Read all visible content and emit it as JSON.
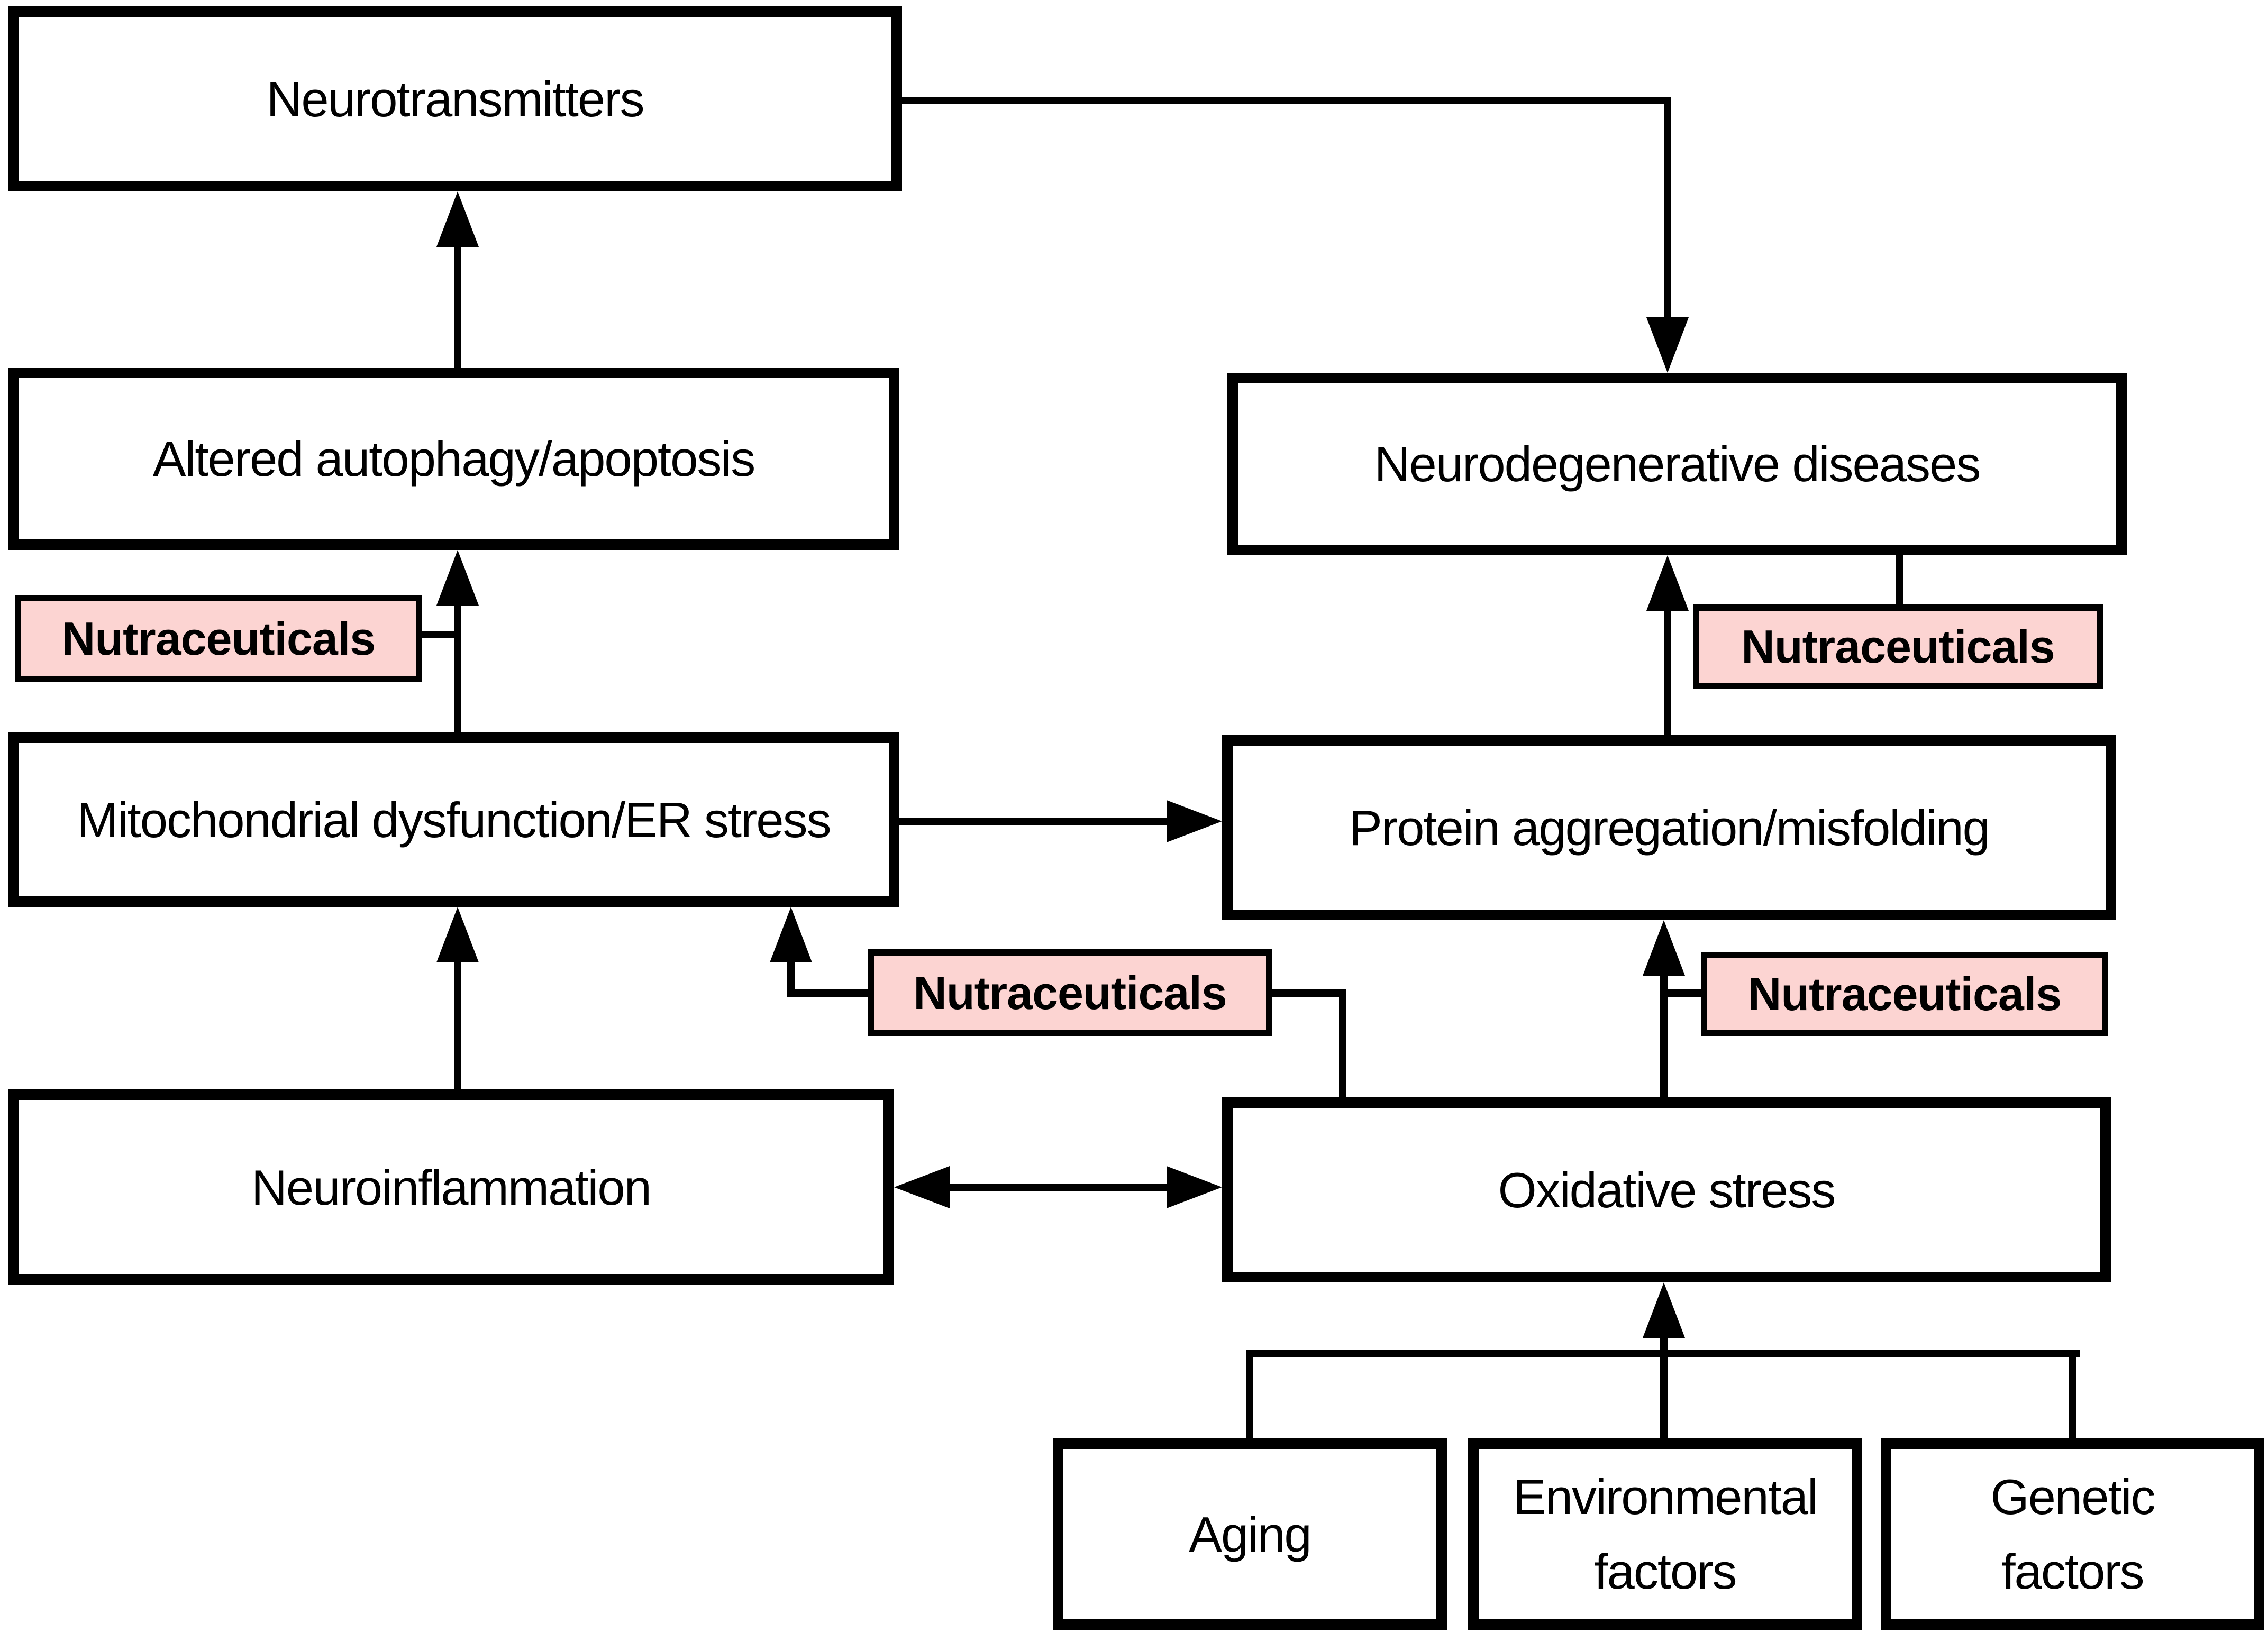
{
  "boxes": {
    "neurotransmitters": "Neurotransmitters",
    "altered_autophagy": "Altered autophagy/apoptosis",
    "mitochondrial": "Mitochondrial dysfunction/ER stress",
    "neuroinflammation": "Neuroinflammation",
    "neurodegenerative": "Neurodegenerative diseases",
    "protein_aggregation": "Protein aggregation/misfolding",
    "oxidative_stress": "Oxidative stress",
    "aging": "Aging",
    "environmental": "Environmental\nfactors",
    "genetic": "Genetic\nfactors"
  },
  "nutraceuticals": {
    "left": "Nutraceuticals",
    "top_right": "Nutraceuticals",
    "middle": "Nutraceuticals",
    "right": "Nutraceuticals"
  },
  "colors": {
    "nutraceutical_fill": "#fcd4d2",
    "box_fill": "#ffffff",
    "line": "#000000",
    "background": "#ffffff"
  },
  "edges": [
    {
      "from": "Neurotransmitters",
      "to": "Neurodegenerative diseases",
      "type": "arrow"
    },
    {
      "from": "Altered autophagy/apoptosis",
      "to": "Neurotransmitters",
      "type": "arrow"
    },
    {
      "from": "Mitochondrial dysfunction/ER stress",
      "to": "Altered autophagy/apoptosis",
      "type": "arrow"
    },
    {
      "from": "Nutraceuticals (left)",
      "to": "Mitochondrial-to-Altered pathway",
      "type": "line"
    },
    {
      "from": "Mitochondrial dysfunction/ER stress",
      "to": "Protein aggregation/misfolding",
      "type": "arrow"
    },
    {
      "from": "Protein aggregation/misfolding",
      "to": "Neurodegenerative diseases",
      "type": "arrow"
    },
    {
      "from": "Neurodegenerative diseases",
      "to": "Nutraceuticals (top right)",
      "type": "line"
    },
    {
      "from": "Neuroinflammation",
      "to": "Mitochondrial dysfunction/ER stress",
      "type": "arrow"
    },
    {
      "from": "Nutraceuticals (middle)",
      "to": "Mitochondrial dysfunction/ER stress",
      "type": "arrow"
    },
    {
      "from": "Nutraceuticals (middle)",
      "to": "Oxidative stress",
      "type": "line"
    },
    {
      "from": "Neuroinflammation",
      "to": "Oxidative stress",
      "type": "double-arrow"
    },
    {
      "from": "Oxidative stress",
      "to": "Protein aggregation/misfolding",
      "type": "arrow"
    },
    {
      "from": "Nutraceuticals (right)",
      "to": "Oxidative-to-Protein pathway",
      "type": "line"
    },
    {
      "from": "Aging",
      "to": "Oxidative stress",
      "type": "arrow"
    },
    {
      "from": "Environmental factors",
      "to": "Oxidative stress",
      "type": "arrow"
    },
    {
      "from": "Genetic factors",
      "to": "Oxidative stress",
      "type": "arrow"
    }
  ]
}
